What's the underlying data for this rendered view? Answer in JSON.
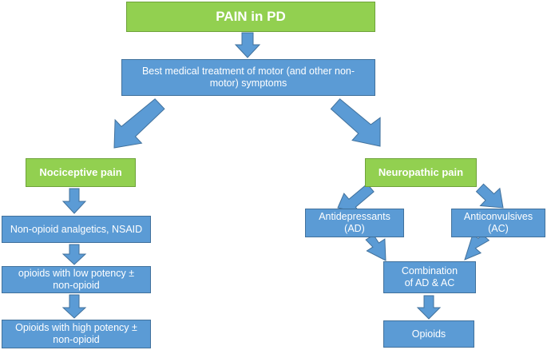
{
  "title": "PAIN in PD",
  "treatment": "Best medical treatment of motor (and other non-motor) symptoms",
  "nociceptive": {
    "label": "Nociceptive pain",
    "step1": "Non-opioid analgetics, NSAID",
    "step2": "opioids with low potency ± non-opioid",
    "step3": "Opioids with high potency ± non-opioid"
  },
  "neuropathic": {
    "label": "Neuropathic pain",
    "antidepressants": "Antidepressants (AD)",
    "anticonvulsives": "Anticonvulsives (AC)",
    "combination": "Combination of AD & AC",
    "opioids": "Opioids"
  },
  "colors": {
    "green": "#92d050",
    "blue": "#5b9bd5",
    "text": "#ffffff"
  }
}
